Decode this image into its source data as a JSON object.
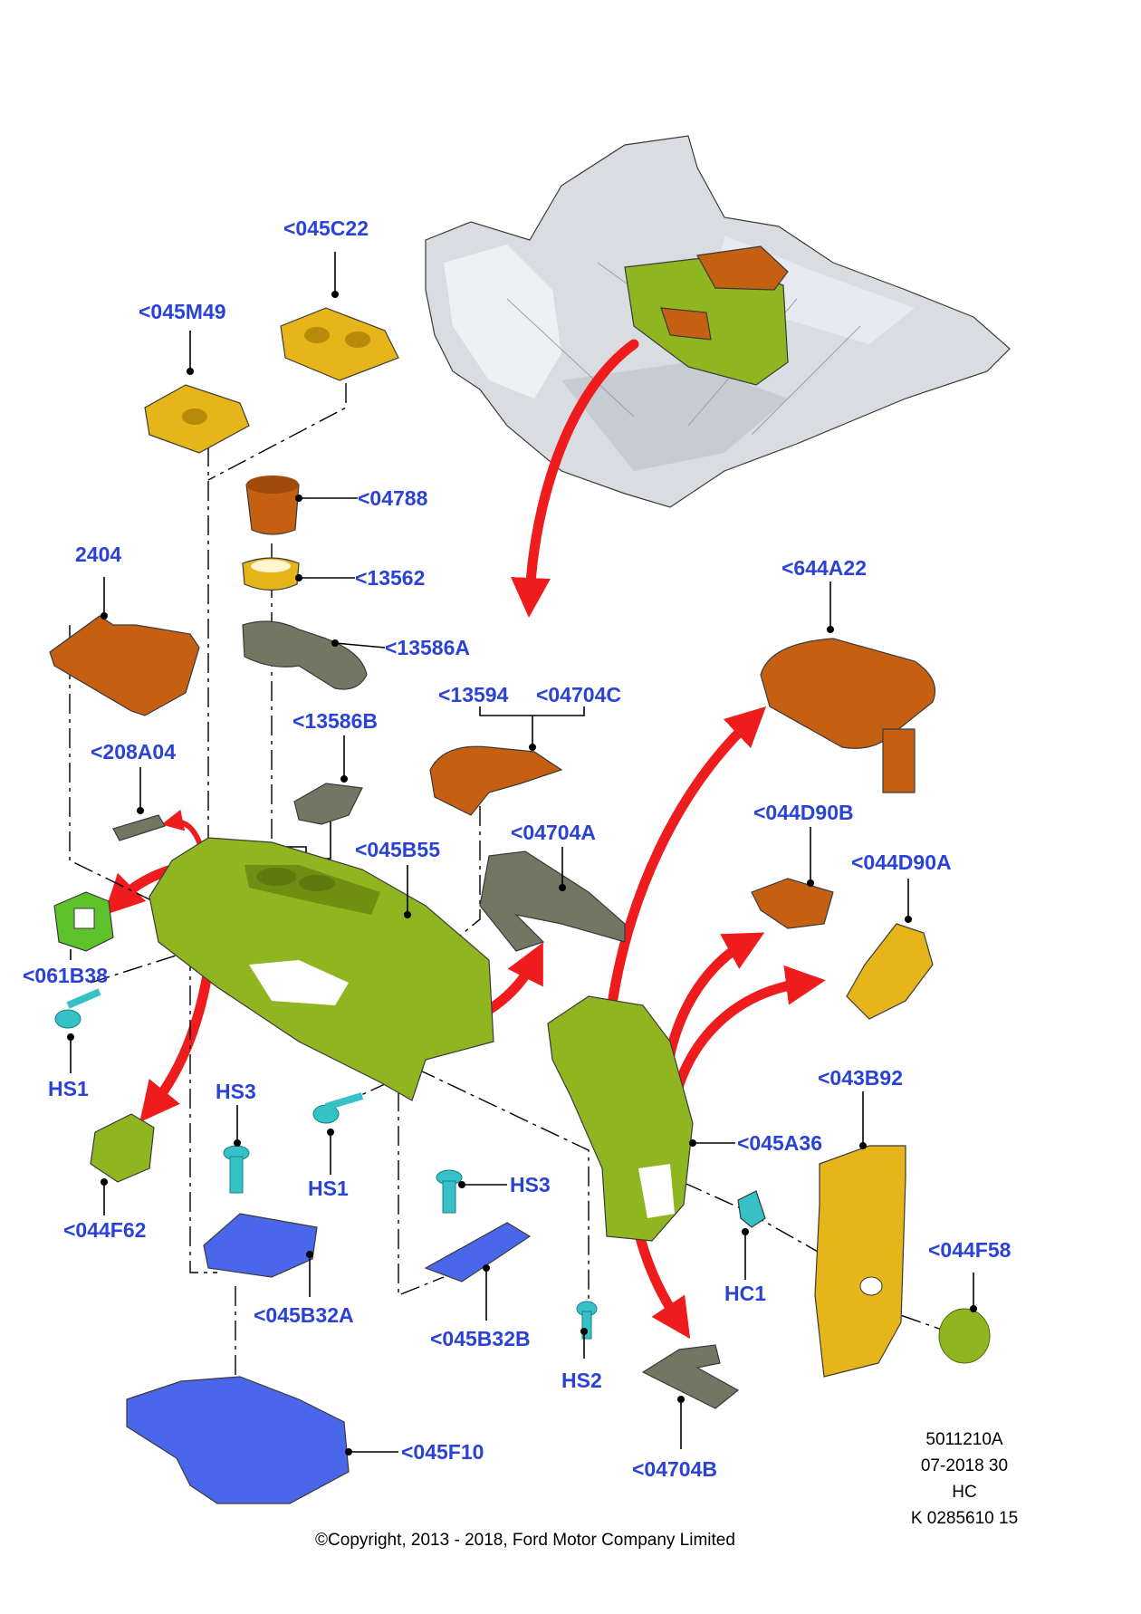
{
  "colors": {
    "callout": "#2a43d6",
    "arrow": "#ee1c1c",
    "green": "#8fb520",
    "orange": "#c55f12",
    "yellow": "#e6b519",
    "blue": "#4a66ea",
    "grey": "#737662",
    "teal": "#35c1c6",
    "floor": "#d9dde2"
  },
  "callouts": {
    "c045C22": "<045C22",
    "c045M49": "<045M49",
    "c04788": "<04788",
    "c13562": "<13562",
    "c13586A": "<13586A",
    "c2404": "2404",
    "c644A22": "<644A22",
    "c13594": "<13594",
    "c04704C": "<04704C",
    "c13586B": "<13586B",
    "c208A04": "<208A04",
    "c045B55": "<045B55",
    "c04704A": "<04704A",
    "c044D90B": "<044D90B",
    "c044D90A": "<044D90A",
    "c061B38": "<061B38",
    "cHS1a": "HS1",
    "cHS3a": "HS3",
    "cHS1b": "HS1",
    "cHS3b": "HS3",
    "c043B92": "<043B92",
    "c045A36": "<045A36",
    "c044F62": "<044F62",
    "c045B32A": "<045B32A",
    "c045B32B": "<045B32B",
    "cHC1": "HC1",
    "c044F58": "<044F58",
    "cHS2": "HS2",
    "c04704B": "<04704B",
    "c045F10": "<045F10"
  },
  "meta": {
    "ref": "5011210A",
    "date": "07-2018 30",
    "code": "HC",
    "kcode": "K 0285610 15",
    "copyright": "©Copyright, 2013 - 2018, Ford Motor Company Limited"
  }
}
